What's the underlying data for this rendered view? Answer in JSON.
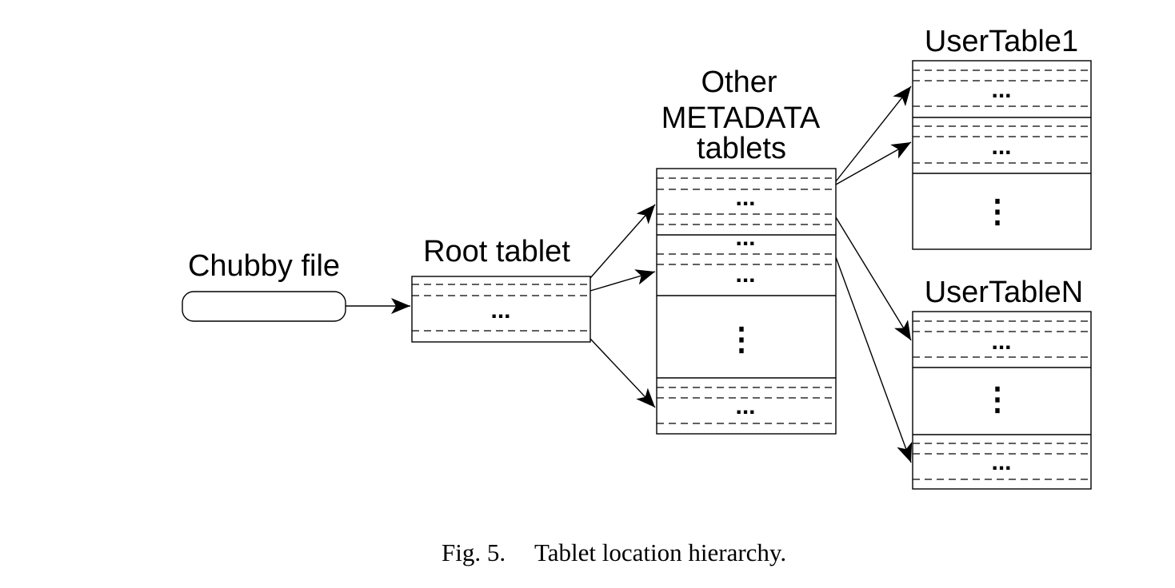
{
  "diagram": {
    "chubby_label": "Chubby file",
    "root_label": "Root tablet",
    "metadata_label_line1": "Other",
    "metadata_label_line2": "METADATA",
    "metadata_label_line3": "tablets",
    "usertable1_label": "UserTable1",
    "usertablen_label": "UserTableN",
    "ellipsis_horizontal": "...",
    "ellipsis_vertical": "⋮"
  },
  "caption": {
    "figure": "Fig. 5.",
    "text": "Tablet location hierarchy."
  }
}
